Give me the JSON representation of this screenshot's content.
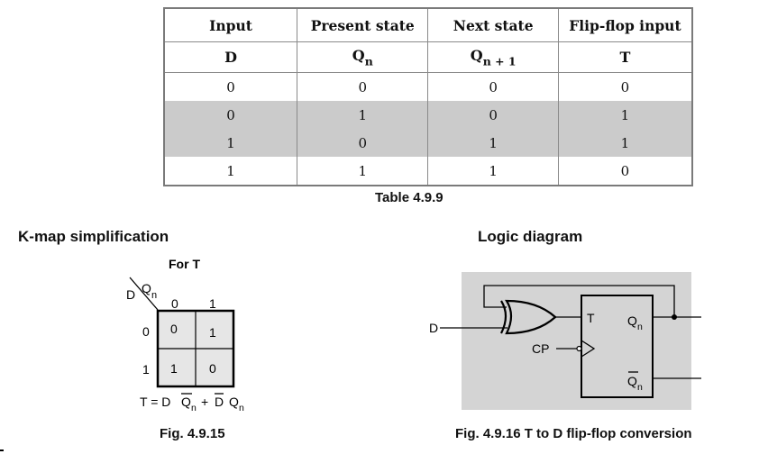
{
  "table": {
    "headers": [
      "Input",
      "Present state",
      "Next state",
      "Flip-flop input"
    ],
    "symbols": [
      {
        "base": "D",
        "sub": ""
      },
      {
        "base": "Q",
        "sub": "n"
      },
      {
        "base": "Q",
        "sub": "n + 1"
      },
      {
        "base": "T",
        "sub": ""
      }
    ],
    "rows": [
      {
        "D": "0",
        "Qn": "0",
        "Qn1": "0",
        "T": "0",
        "shaded": false
      },
      {
        "D": "0",
        "Qn": "1",
        "Qn1": "0",
        "T": "1",
        "shaded": true
      },
      {
        "D": "1",
        "Qn": "0",
        "Qn1": "1",
        "T": "1",
        "shaded": true
      },
      {
        "D": "1",
        "Qn": "1",
        "Qn1": "1",
        "T": "0",
        "shaded": false
      }
    ],
    "caption": "Table 4.9.9"
  },
  "kmap": {
    "heading": "K-map simplification",
    "title": "For T",
    "row_var": "D",
    "col_var": "Q",
    "col_var_sub": "n",
    "col_labels": [
      "0",
      "1"
    ],
    "row_labels": [
      "0",
      "1"
    ],
    "cells": [
      [
        "0",
        "1"
      ],
      [
        "1",
        "0"
      ]
    ],
    "equation": {
      "lhs": "T = D",
      "term1_bar": "Q",
      "term1_sub": "n",
      "plus": "+",
      "term2_bar": "D",
      "term2": "Q",
      "term2_sub": "n"
    },
    "caption": "Fig. 4.9.15"
  },
  "logic": {
    "heading": "Logic diagram",
    "input_label": "D",
    "clock_label": "CP",
    "ff_input_label": "T",
    "q_label": "Q",
    "q_sub": "n",
    "qbar_label": "Q",
    "qbar_sub": "n",
    "caption": "Fig. 4.9.16 T to D flip-flop conversion"
  },
  "colors": {
    "shade": "#cbcbcb",
    "kmap_cell": "#e6e6e6",
    "diagram_bg": "#d4d4d4"
  }
}
